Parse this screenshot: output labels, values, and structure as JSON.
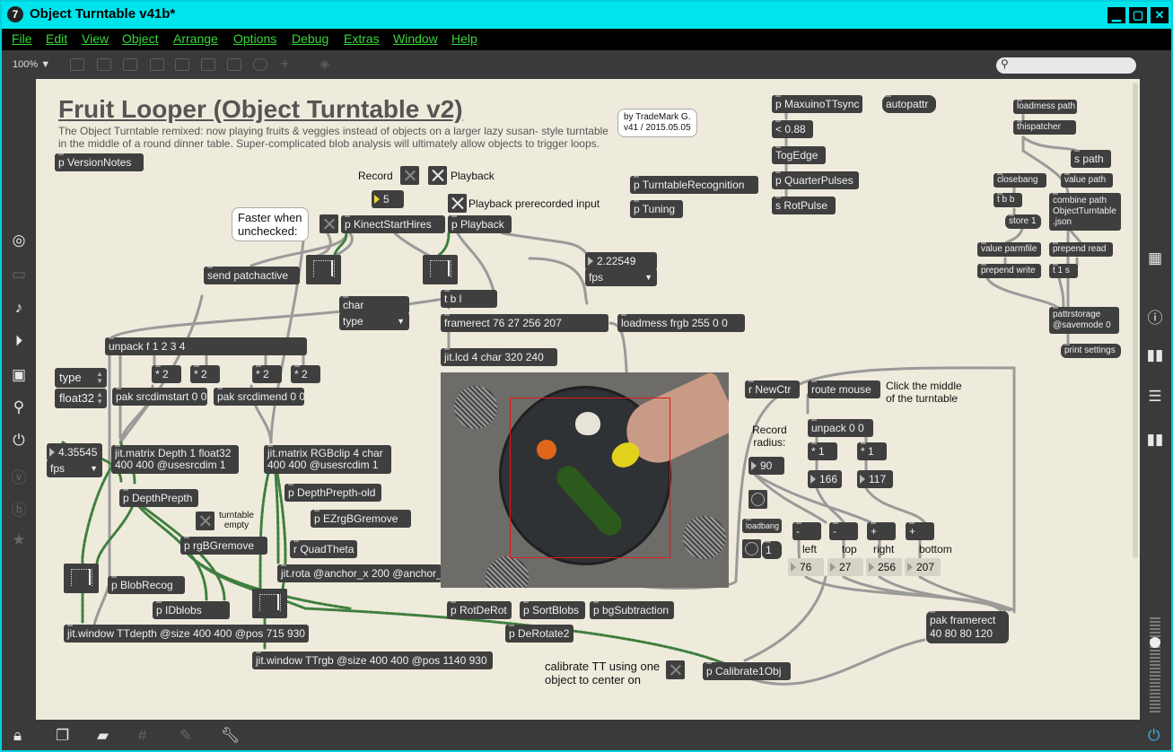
{
  "window": {
    "title": "Object Turntable v41b*",
    "app_icon_glyph": "7"
  },
  "menu": [
    "File",
    "Edit",
    "View",
    "Object",
    "Arrange",
    "Options",
    "Debug",
    "Extras",
    "Window",
    "Help"
  ],
  "toolbar": {
    "zoom": "100%",
    "zoom_arrow": "▼"
  },
  "patch": {
    "title": "Fruit Looper (Object Turntable v2)",
    "subtitle_line1": "The Object Turntable remixed: now playing fruits & veggies instead of objects on a larger lazy susan- style turntable",
    "subtitle_line2": "in the middle of a round dinner table.  Super-complicated blob analysis will ultimately allow objects to trigger loops.",
    "byline1": "by TradeMark G.",
    "byline2": "v41  /  2015.05.05",
    "faster_line1": "Faster when",
    "faster_line2": "unchecked:",
    "objects": {
      "version_notes": "p VersionNotes",
      "record_label": "Record",
      "playback_label": "Playback",
      "playback_prerec_label": "Playback prerecorded input",
      "num_5": "5",
      "kinect": "p KinectStartHires",
      "playback": "p Playback",
      "send_patchactive": "send patchactive",
      "char": "char",
      "type_menu": "type",
      "fps_value": "2.22549",
      "fps_menu": "fps",
      "tbl": "t b l",
      "framerect": "framerect 76 27 256 207",
      "loadmess_frgb": "loadmess frgb 255 0 0",
      "jit_lcd": "jit.lcd 4 char 320 240",
      "unpack": "unpack f 1 2 3 4",
      "type_spinner": "type",
      "float32_spinner": "float32",
      "times2a": "* 2",
      "times2b": "* 2",
      "times2c": "* 2",
      "times2d": "* 2",
      "pak_start": "pak srcdimstart 0 0",
      "pak_end": "pak srcdimend 0 0",
      "fps2_value": "4.35545",
      "fps2_menu": "fps",
      "jit_matrix_depth_1": "jit.matrix Depth 1 float32",
      "jit_matrix_depth_2": "400 400 @usesrcdim 1",
      "jit_matrix_rgb_1": "jit.matrix RGBclip 4 char",
      "jit_matrix_rgb_2": "400 400 @usesrcdim 1",
      "depthprepth": "p DepthPrepth",
      "depthprepth_old": "p DepthPrepth-old",
      "ezrgb": "p EZrgBGremove",
      "turntable_empty_1": "turntable",
      "turntable_empty_2": "empty",
      "rgbgremove": "p rgBGremove",
      "quadtheta": "r QuadTheta",
      "jit_rota": "jit.rota @anchor_x 200 @anchor_",
      "blobrecog": "p BlobRecog",
      "idblobs": "p IDblobs",
      "rotderot": "p RotDeRot",
      "sortblobs": "p SortBlobs",
      "bgsub": "p bgSubtraction",
      "derotate2": "p DeRotate2",
      "jit_window_depth": "jit.window TTdepth @size 400 400 @pos 715 930",
      "jit_window_rgb": "jit.window TTrgb @size 400 400 @pos 1140 930",
      "calibrate_line1": "calibrate TT using one",
      "calibrate_line2": "object to center on",
      "calibrate1obj": "p Calibrate1Obj",
      "maxuino": "p MaxuinoTTsync",
      "lt088": "< 0.88",
      "togedge": "TogEdge",
      "quarterpulses": "p QuarterPulses",
      "rotpulse": "s RotPulse",
      "turntable_recog": "p TurntableRecognition",
      "tuning": "p Tuning",
      "autopattr": "autopattr",
      "loadmess_path": "loadmess path",
      "thispatcher": "thispatcher",
      "s_path": "s path",
      "closebang": "closebang",
      "value_path": "value path",
      "tbb": "t b b",
      "store1": "store 1",
      "combine_line1": "combine path",
      "combine_line2": "ObjectTurntable",
      "combine_line3": ".json",
      "value_parmfile": "value parmfile",
      "prepend_read": "prepend read",
      "prepend_write": "prepend write",
      "t1s": "t 1 s",
      "pattrstorage_1": "pattrstorage",
      "pattrstorage_2": "@savemode 0",
      "print_settings": "print settings",
      "newctr": "r NewCtr",
      "route_mouse": "route mouse",
      "click_middle_1": "Click the middle",
      "click_middle_2": "of the turntable",
      "record_radius_1": "Record",
      "record_radius_2": "radius:",
      "unpack00": "unpack 0 0",
      "times1a": "* 1",
      "times1b": "* 1",
      "num90": "90",
      "num166": "166",
      "num117": "117",
      "loadbang": "loadbang",
      "num1": "1",
      "minus1": "-",
      "minus2": "-",
      "plus1": "+",
      "plus2": "+",
      "lbl_left": "left",
      "lbl_top": "top",
      "lbl_right": "right",
      "lbl_bottom": "bottom",
      "val_left": "76",
      "val_top": "27",
      "val_right": "256",
      "val_bottom": "207",
      "pak_framerect_1": "pak framerect",
      "pak_framerect_2": "40 80 80 120"
    }
  },
  "colors": {
    "titlebar": "#00e5ec",
    "menubar": "#000000",
    "menu_text": "#39d639",
    "canvas": "#efebdc",
    "object_box": "#3f3f3f",
    "patch_cord_green": "#4a9a4a",
    "framerect_red": "#e31818"
  }
}
